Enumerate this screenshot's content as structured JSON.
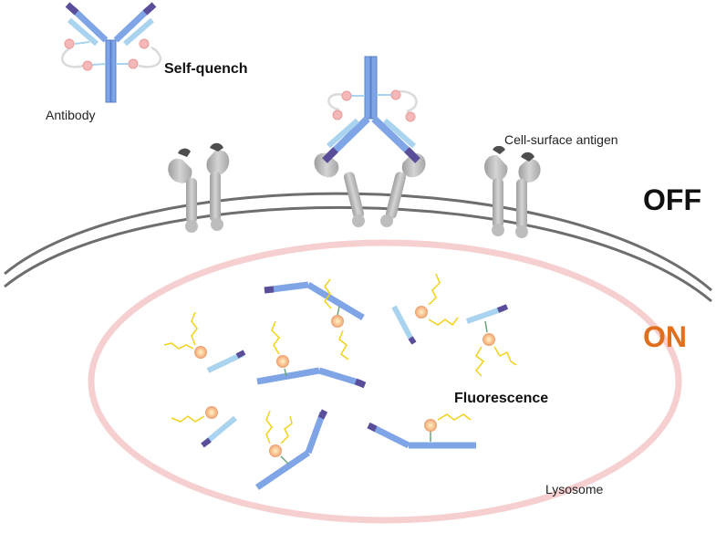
{
  "labels": {
    "antibody": "Antibody",
    "self_quench": "Self-quench",
    "cell_surface_antigen": "Cell-surface antigen",
    "off_state": "OFF",
    "on_state": "ON",
    "fluorescence": "Fluorescence",
    "lysosome": "Lysosome"
  },
  "colors": {
    "heavy_chain": "#7FA5E6",
    "light_chain": "#A9D3EE",
    "chain_tip": "#5A4E9B",
    "antigen": "#BDBDBD",
    "antigen_cap": "#4E4E4E",
    "membrane": "#6E6E6E",
    "lysosome_ring": "#F6D0D0",
    "quencher_dot": "#F5B8B8",
    "fluorophore": "#F6B98A",
    "emission": "#F2D21A",
    "on_text": "#E0701E",
    "off_text": "#111111"
  }
}
